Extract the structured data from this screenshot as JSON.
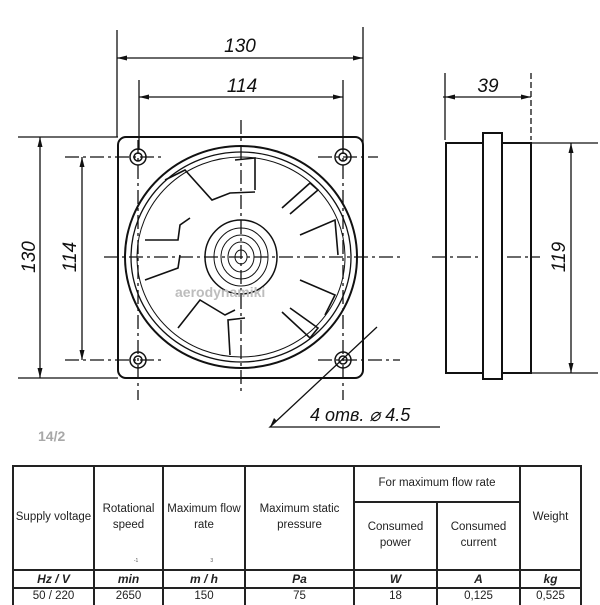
{
  "drawing": {
    "dim_width_outer": "130",
    "dim_width_holes": "114",
    "dim_depth": "39",
    "dim_height_outer": "130",
    "dim_height_holes": "114",
    "dim_height_body": "119",
    "holes_note": "4 отв. ⌀ 4.5",
    "watermark": "aerodynamiki",
    "figure_number": "14/2"
  },
  "table": {
    "headers": {
      "supply_voltage": "Supply voltage",
      "rotational_speed": "Rotational speed",
      "rotational_speed_sup": "-1",
      "max_flow_rate": "Maximum flow rate",
      "max_flow_rate_sup": "3",
      "max_static_pressure": "Maximum static pressure",
      "group": "For maximum flow rate",
      "consumed_power": "Consumed power",
      "consumed_current": "Consumed current",
      "weight": "Weight"
    },
    "units": [
      "Hz / V",
      "min",
      "m / h",
      "Pa",
      "W",
      "A",
      "kg"
    ],
    "rows": [
      [
        "50 / 220",
        "2650",
        "150",
        "75",
        "18",
        "0,125",
        "0,525"
      ]
    ]
  }
}
